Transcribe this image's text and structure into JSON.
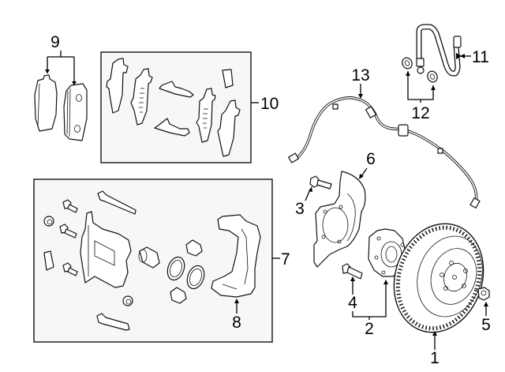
{
  "diagram": {
    "title": "Front Brake Components",
    "callouts": [
      {
        "id": "1",
        "label": "1",
        "part": "brake-rotor"
      },
      {
        "id": "2",
        "label": "2",
        "part": "hub-assembly"
      },
      {
        "id": "3",
        "label": "3",
        "part": "splash-shield-bolt"
      },
      {
        "id": "4",
        "label": "4",
        "part": "wheel-stud"
      },
      {
        "id": "5",
        "label": "5",
        "part": "lug-nut"
      },
      {
        "id": "6",
        "label": "6",
        "part": "splash-shield"
      },
      {
        "id": "7",
        "label": "7",
        "part": "caliper-assembly-kit"
      },
      {
        "id": "8",
        "label": "8",
        "part": "caliper-bracket"
      },
      {
        "id": "9",
        "label": "9",
        "part": "brake-pads"
      },
      {
        "id": "10",
        "label": "10",
        "part": "pad-hardware-kit"
      },
      {
        "id": "11",
        "label": "11",
        "part": "brake-hose"
      },
      {
        "id": "12",
        "label": "12",
        "part": "hose-washers"
      },
      {
        "id": "13",
        "label": "13",
        "part": "abs-sensor"
      }
    ]
  }
}
